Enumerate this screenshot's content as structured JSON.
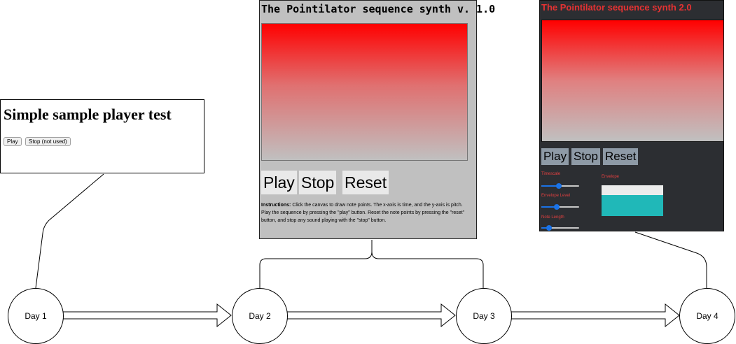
{
  "panel1": {
    "heading": "Simple sample player test",
    "play_label": "Play",
    "stop_label": "Stop (not used)"
  },
  "panel2": {
    "title": "The Pointilator sequence synth v. 1.0",
    "play_label": "Play",
    "stop_label": "Stop",
    "reset_label": "Reset",
    "instructions_lead": "Instructions:",
    "instructions_text": " Click the canvas to draw note points. The x-axis is time, and the y-axis is pitch. Play the sequence by pressing the \"play\" button. Reset the note points by pressing the \"reset\" button, and stop any sound playing with the \"stop\" button."
  },
  "panel3": {
    "title": "The Pointilator sequence synth 2.0",
    "play_label": "Play",
    "stop_label": "Stop",
    "reset_label": "Reset",
    "timescale_label": "Timescale",
    "envelope_level_label": "Envelope Level",
    "note_length_label": "Note Length",
    "envelope_label": "Envelope",
    "timescale_value": 0.45,
    "envelope_level_value": 0.4,
    "note_length_value": 0.15
  },
  "days": [
    "Day 1",
    "Day 2",
    "Day 3",
    "Day 4"
  ],
  "colors": {
    "panel2_bg": "#c0c0c0",
    "panel3_bg": "#2c2e32",
    "panel3_accent": "#e53232",
    "slider": "#1a73e8",
    "envelope": "#20b8b8"
  }
}
